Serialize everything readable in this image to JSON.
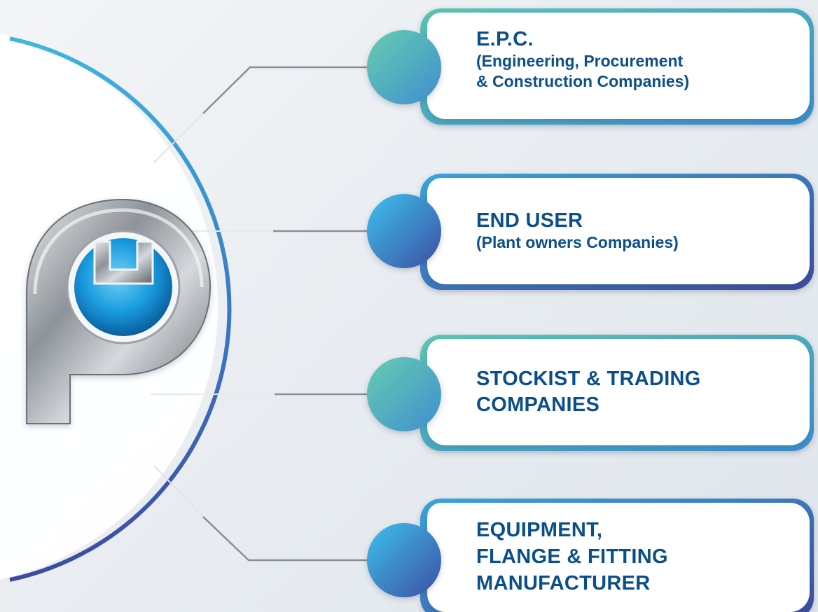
{
  "customers": [
    {
      "id": "epc",
      "title": "E.P.C.",
      "subtitle": "(Engineering, Procurement\n& Construction Companies)"
    },
    {
      "id": "end-user",
      "title": "END USER",
      "subtitle": "(Plant owners Companies)"
    },
    {
      "id": "stockist",
      "title": "STOCKIST & TRADING\nCOMPANIES",
      "subtitle": ""
    },
    {
      "id": "equipment",
      "title": "EQUIPMENT,\nFLANGE & FITTING\nMANUFACTURER",
      "subtitle": ""
    }
  ],
  "colors": {
    "text": "#0b4f8a",
    "teal": "#5cc3b4",
    "blue": "#2f9fd9",
    "indigo": "#3d4fa3",
    "connector": "#8a8f94",
    "logo_accent": "#1a9de0",
    "logo_metal": "#9aa0a6"
  },
  "logo": {
    "icon": "pipe-p-logo-icon"
  }
}
